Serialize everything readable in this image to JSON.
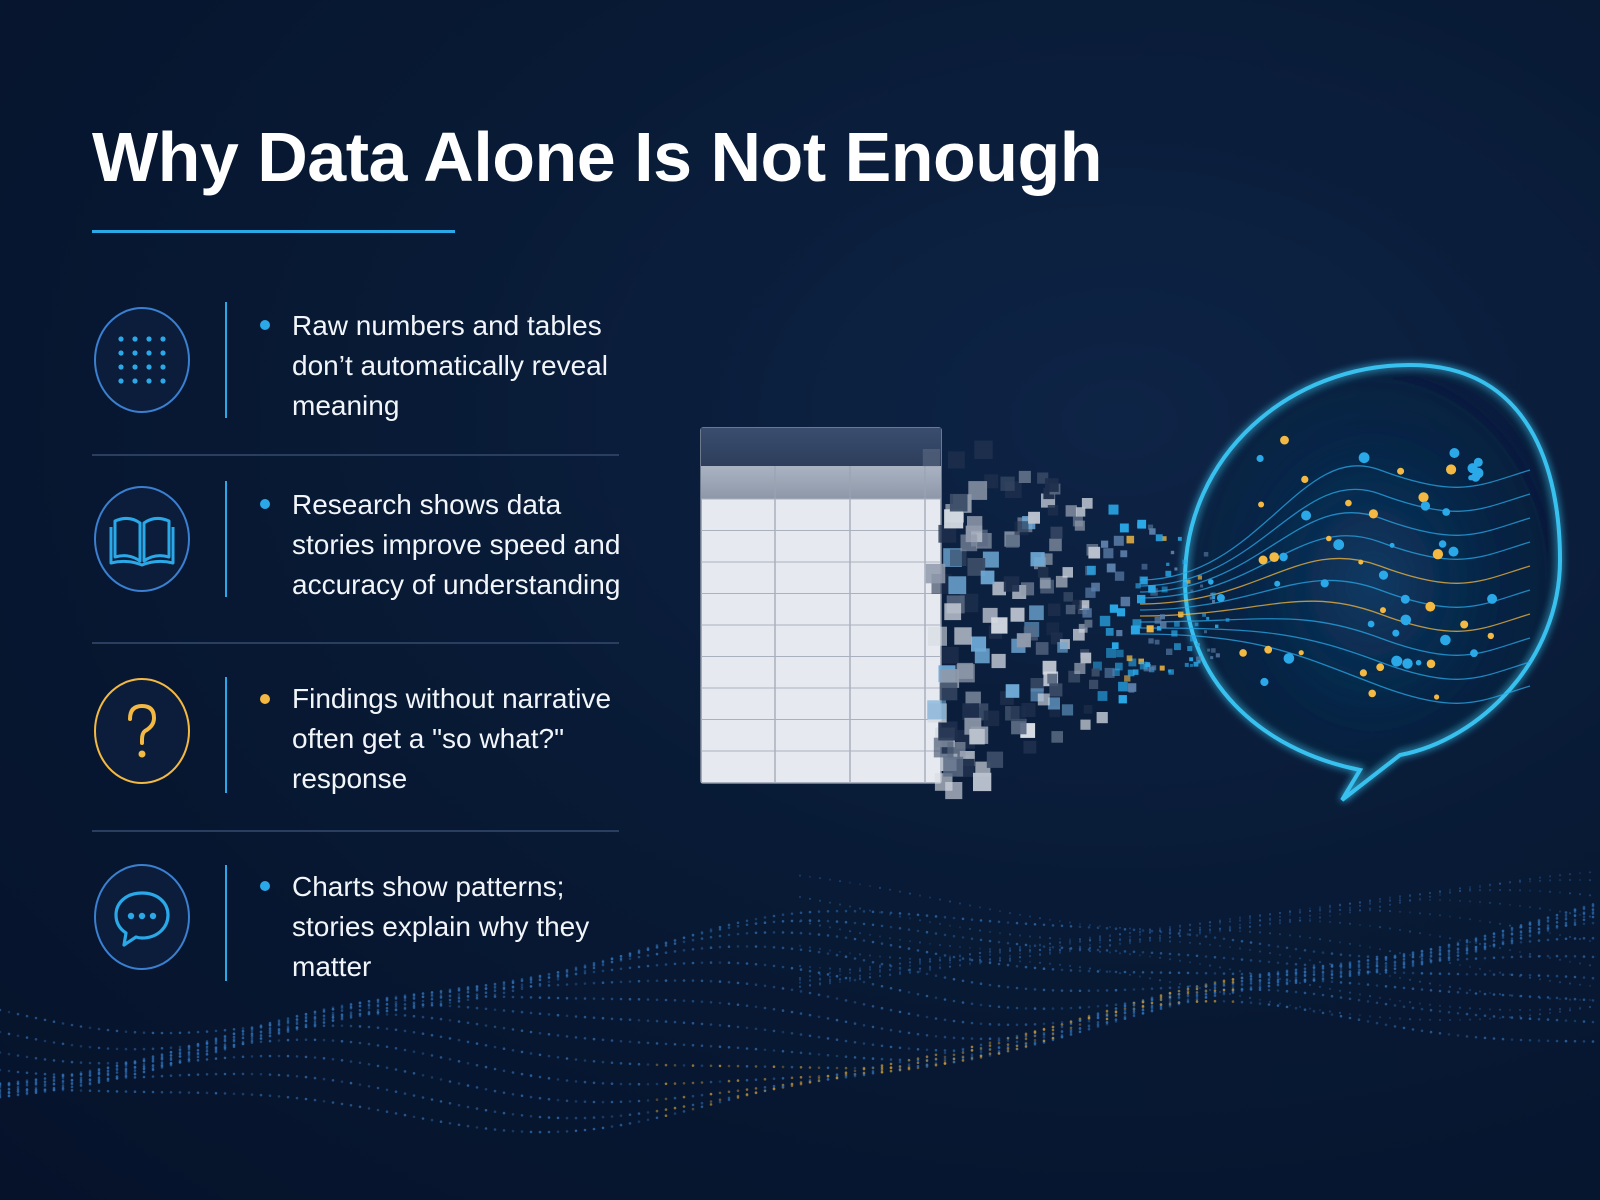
{
  "title": "Why Data Alone Is Not Enough",
  "colors": {
    "accent_blue": "#2aa8e8",
    "accent_yellow": "#f4b942",
    "background": "#07152d",
    "divider": "#2a3f60"
  },
  "points": [
    {
      "icon": "dot-grid-icon",
      "bullet_color": "#2aa8e8",
      "text": "Raw numbers and tables don’t automatically reveal meaning"
    },
    {
      "icon": "open-book-icon",
      "bullet_color": "#2aa8e8",
      "text": "Research shows data stories improve speed and accuracy of understanding"
    },
    {
      "icon": "question-mark-icon",
      "bullet_color": "#f4b942",
      "text": "Findings without narrative often get a \"so what?\" response"
    },
    {
      "icon": "chat-bubble-icon",
      "bullet_color": "#2aa8e8",
      "text": "Charts show patterns; stories explain why they matter"
    }
  ],
  "illustration": {
    "table_icon": "spreadsheet-table-icon",
    "particles_icon": "dissolving-pixels-icon",
    "bubble_icon": "speech-bubble-icon"
  }
}
